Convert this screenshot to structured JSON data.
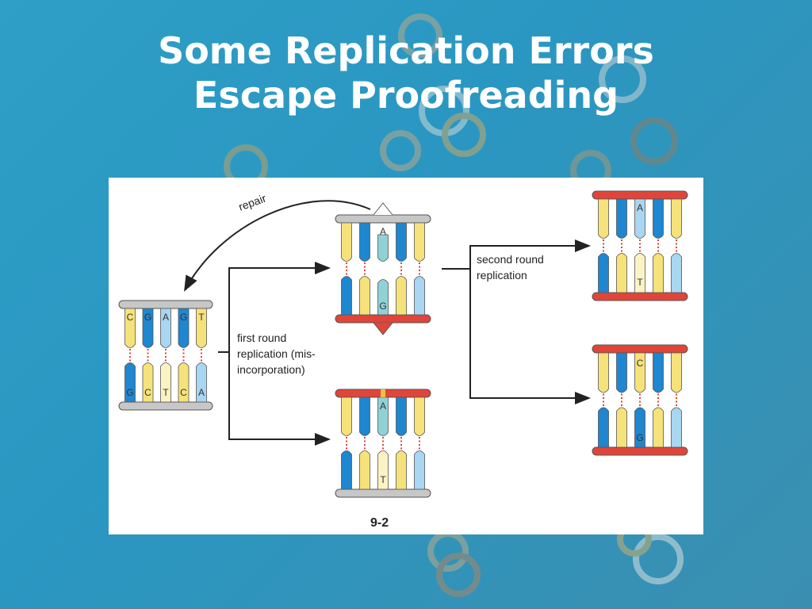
{
  "slide": {
    "title_line1": "Some Replication Errors",
    "title_line2": "Escape Proofreading"
  },
  "colors": {
    "yellow_base": "#f6e27a",
    "blue_base": "#1f86d0",
    "light_blue_base": "#a9d6f0",
    "cream_base": "#fbf3c4",
    "teal_mismatch": "#8ed2d6",
    "red_strand": "#e0453a",
    "grey_strand": "#c7c7c7",
    "pair_dash": "#e0453a"
  },
  "diagram": {
    "original": {
      "top_bases": [
        "C",
        "G",
        "A",
        "G",
        "T"
      ],
      "bottom_bases": [
        "G",
        "C",
        "T",
        "C",
        "A"
      ]
    },
    "mismatch_duplex": {
      "top_base": "A",
      "bottom_base": "G"
    },
    "correct_daughter": {
      "top_base": "A",
      "bottom_base": "T"
    },
    "mutant_daughter": {
      "top_base": "A",
      "bottom_base": "T"
    },
    "restored_daughter": {
      "top_base": "C",
      "bottom_base": "G"
    },
    "labels": {
      "repair": "repair",
      "first_round_1": "first round",
      "first_round_2": "replication (mis-",
      "first_round_3": "incorporation)",
      "second_round_1": "second round",
      "second_round_2": "replication",
      "figure_number": "9-2"
    }
  }
}
